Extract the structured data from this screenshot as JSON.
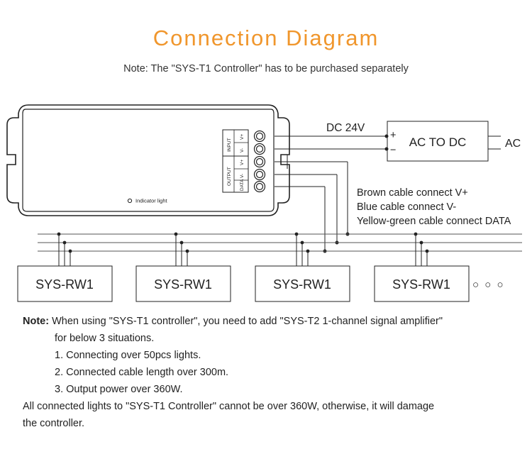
{
  "title": "Connection Diagram",
  "subtitle": "Note: The \"SYS-T1 Controller\" has to be purchased separately",
  "controller": {
    "terminal_groups": [
      "INPUT",
      "OUTPUT"
    ],
    "terminals": [
      "V+",
      "V-",
      "V+",
      "V-",
      "DATA"
    ],
    "indicator_label": "Indicator light"
  },
  "power_supply": {
    "dc_label": "DC 24V",
    "box_label": "AC TO DC",
    "ac_label": "AC",
    "plus": "+",
    "minus": "−"
  },
  "cable_notes": [
    "Brown cable connect V+",
    "Blue cable connect V-",
    "Yellow-green cable connect DATA"
  ],
  "devices": [
    "SYS-RW1",
    "SYS-RW1",
    "SYS-RW1",
    "SYS-RW1"
  ],
  "continuation": "○ ○ ○",
  "notes": {
    "label": "Note:",
    "line1": " When using \"SYS-T1 controller\", you need to add \"SYS-T2 1-channel signal amplifier\"",
    "line2": "for below 3 situations.",
    "items": [
      "1. Connecting over 50pcs lights.",
      "2. Connected cable length over 300m.",
      "3. Output power over 360W."
    ],
    "footer1": "All connected lights to \"SYS-T1 Controller\" cannot be over 360W, otherwise, it will damage",
    "footer2": "the controller."
  }
}
